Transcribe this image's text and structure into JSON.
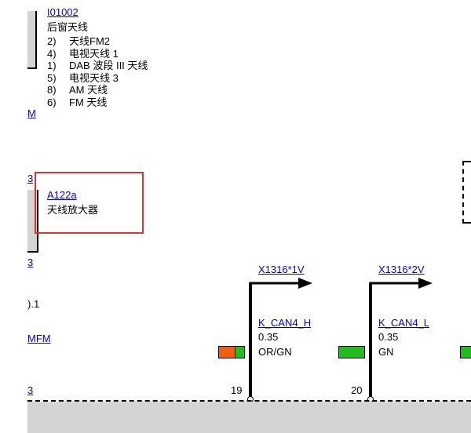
{
  "component_top": {
    "code": "I01002",
    "name": "后窗天线",
    "pins": [
      {
        "num": "2)",
        "label": "天线FM2"
      },
      {
        "num": "4)",
        "label": "电视天线 1"
      },
      {
        "num": "1)",
        "label": "DAB 波段 III 天线"
      },
      {
        "num": "5)",
        "label": "电视天线 3"
      },
      {
        "num": "8)",
        "label": "AM 天线"
      },
      {
        "num": "6)",
        "label": "FM 天线"
      }
    ]
  },
  "component_mid": {
    "code": "A122a",
    "name": "天线放大器"
  },
  "left_edge_labels": [
    "M",
    "3",
    "3",
    ").1",
    "MFM",
    "3"
  ],
  "connectors": [
    {
      "connector": "X1316*1V",
      "signal": "K_CAN4_H",
      "gauge": "0.35",
      "color_code": "OR/GN",
      "pin": "19"
    },
    {
      "connector": "X1316*2V",
      "signal": "K_CAN4_L",
      "gauge": "0.35",
      "color_code": "GN",
      "pin": "20"
    }
  ],
  "colors": {
    "link": "#0000cc",
    "highlight": "#e03030",
    "wire_orange": "#f06010",
    "wire_green": "#22bb22",
    "box_gray": "#d4d4d4"
  }
}
